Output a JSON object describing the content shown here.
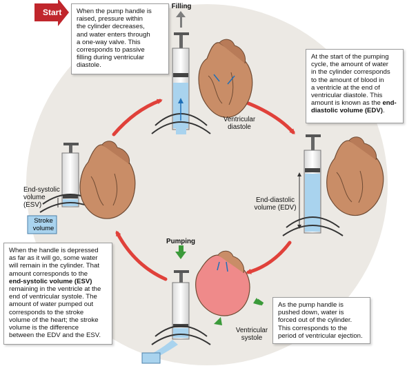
{
  "start": "Start",
  "labels": {
    "filling": "Filling",
    "pumping": "Pumping",
    "ventricular_diastole": [
      "Ventricular",
      "diastole"
    ],
    "ventricular_systole": [
      "Ventricular",
      "systole"
    ],
    "esv": [
      "End-systolic",
      "volume",
      "(ESV)"
    ],
    "edv": [
      "End-diastolic",
      "volume (EDV)"
    ],
    "stroke_volume": [
      "Stroke",
      "volume"
    ]
  },
  "boxes": {
    "top_left": [
      "When the pump handle is",
      "raised, pressure within",
      "the cylinder decreases,",
      "and water enters through",
      "a one-way valve. This",
      "corresponds to passive",
      "filling during ventricular",
      "diastole."
    ],
    "top_right": {
      "lines": [
        "At the start of the pumping",
        "cycle, the amount of water",
        "in the cylinder corresponds",
        "to the amount of blood in",
        "a ventricle at the end of",
        "ventricular diastole. This",
        "amount is known as the"
      ],
      "bold1": "end-",
      "bold2": "diastolic volume (EDV)",
      "tail": "."
    },
    "bottom_left": {
      "lines1": [
        "When the handle is depressed",
        "as far as it will go, some water",
        "will remain in the cylinder. That",
        "amount corresponds to the"
      ],
      "bold": "end-systolic volume (ESV)",
      "lines2": [
        "remaining in the ventricle at the",
        "end of ventricular systole. The",
        "amount of water pumped out",
        "corresponds to the stroke",
        "volume of the heart; the stroke",
        "volume is the difference",
        "between the EDV and the ESV."
      ]
    },
    "bottom_right": [
      "As the pump handle is",
      "pushed down, water is",
      "forced out of the cylinder.",
      "This corresponds to the",
      "period of ventricular ejection."
    ]
  },
  "colors": {
    "background_circle": "#ece9e4",
    "cycle_arrow": "#e0413a",
    "start_arrow": "#c0262c",
    "water": "#a9d3ee",
    "heart": "#c98d67",
    "heart_systole": "#ef8a8a",
    "green_arrow": "#3b9a3a"
  }
}
